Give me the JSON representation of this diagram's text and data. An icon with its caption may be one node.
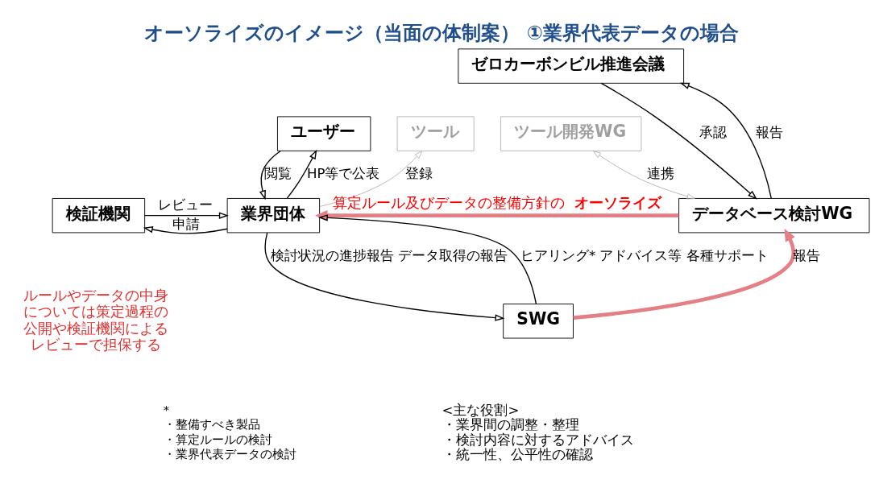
{
  "diagram": {
    "title": "オーソライズのイメージ（当面の体制案） ①業界代表データの場合",
    "nodes": [
      {
        "text": [
          "ゼロカーボンビル推進会議"
        ]
      },
      {
        "text": [
          "ユーザー"
        ]
      },
      {
        "text": [
          "ツール"
        ]
      },
      {
        "text": [
          "ツール開発WG"
        ]
      },
      {
        "text": [
          "検証機関"
        ]
      },
      {
        "text": [
          "業界団体"
        ]
      },
      {
        "text": [
          "データベース検討WG"
        ]
      },
      {
        "text": [
          "SWG"
        ],
        "beside": [
          "<主な役割>",
          "・業界間の調整・整理",
          "・検討内容に対するアドバイス",
          "・統一性、公平性の確認"
        ]
      }
    ],
    "edges": [
      {
        "from": 6,
        "to": 0,
        "arrow": "to",
        "label": "報告"
      },
      {
        "from": 0,
        "to": 6,
        "arrow": "to",
        "label": "承認"
      },
      {
        "from": 5,
        "to": 1,
        "arrow": "to",
        "label": "HP等で公表"
      },
      {
        "from": 1,
        "to": 5,
        "arrow": "to",
        "label": "閲覧"
      },
      {
        "from": 4,
        "to": 5,
        "arrow": "to",
        "label": "レビュー"
      },
      {
        "from": 5,
        "to": 4,
        "arrow": "to",
        "label": "申請"
      },
      {
        "from": 5,
        "to": 2,
        "arrow": "to",
        "label": "登録",
        "color": "#b4b4b4"
      },
      {
        "from": 3,
        "to": 6,
        "arrow": "both",
        "label": "連携",
        "color": "#b4b4b4"
      },
      {
        "from": 6,
        "to": 5,
        "arrow": "to",
        "label": "算定ルール及びデータの整備方針の**オーソライズ**",
        "style": "thick",
        "color": "#e57f86"
      },
      {
        "from": 5,
        "to": 7,
        "arrow": "to",
        "label": "検討状況の進捗報告 データ取得の報告"
      },
      {
        "from": 7,
        "to": 5,
        "arrow": "to",
        "label": "ヒアリング* アドバイス等 各種サポート"
      },
      {
        "from": 7,
        "to": 6,
        "arrow": "to",
        "label": "報告",
        "style": "thick",
        "color": "#e57f86"
      }
    ],
    "labels": [
      "ルールやデータの中身については策定過程の公開や検証機関によるレビューで担保する",
      "*",
      "・整備すべき製品",
      "・算定ルールの検討",
      "・業界代表データの検討"
    ]
  }
}
